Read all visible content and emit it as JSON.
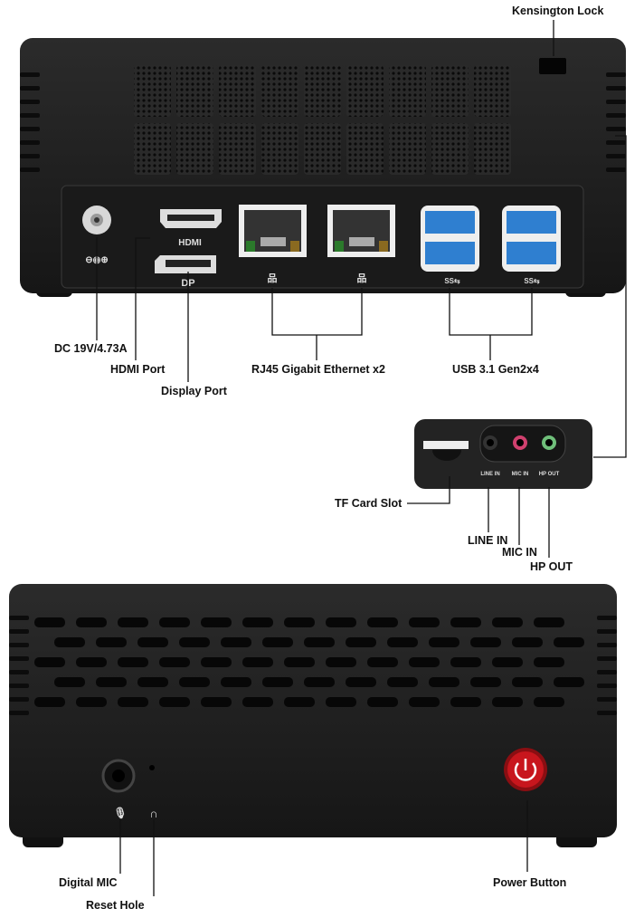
{
  "labels": {
    "kensington_lock": "Kensington Lock",
    "dc_power": "DC 19V/4.73A",
    "hdmi_port": "HDMI Port",
    "display_port": "Display Port",
    "rj45": "RJ45  Gigabit Ethernet x2",
    "usb": "USB 3.1 Gen2x4",
    "tf_card": "TF Card Slot",
    "line_in": "LINE IN",
    "mic_in": "MIC IN",
    "hp_out": "HP OUT",
    "digital_mic": "Digital MIC",
    "reset_hole": "Reset Hole",
    "power_button": "Power Button"
  },
  "panel_marks": {
    "hdmi": "HDMI",
    "dp": "DP",
    "usb_logo": "SS⇆",
    "line_in": "LINE IN",
    "mic_in": "MIC IN",
    "hp_out": "HP OUT"
  },
  "colors": {
    "body": "#1c1c1c",
    "usb_blue": "#2f7fd0",
    "power_red": "#c8161d",
    "mic_pink": "#d0406e",
    "hp_green": "#6fbf7a"
  }
}
